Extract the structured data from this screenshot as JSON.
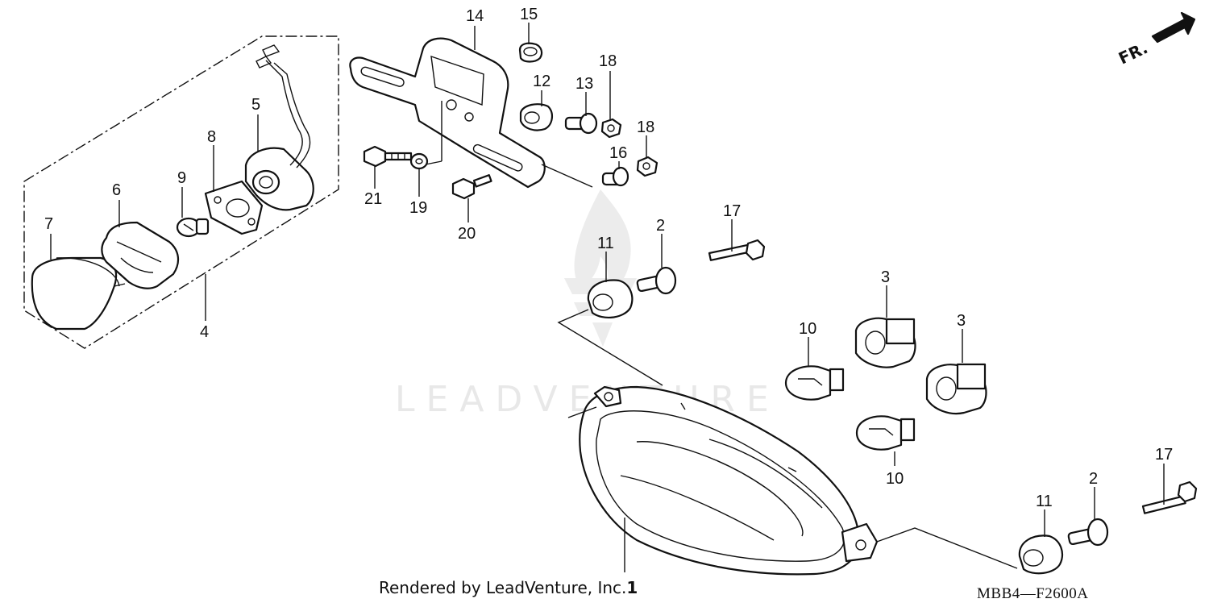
{
  "diagram": {
    "callouts": [
      "1",
      "2",
      "2",
      "3",
      "3",
      "4",
      "5",
      "6",
      "7",
      "8",
      "9",
      "10",
      "10",
      "11",
      "11",
      "12",
      "13",
      "14",
      "15",
      "16",
      "17",
      "17",
      "18",
      "18",
      "19",
      "20",
      "21"
    ],
    "direction_label": "FR.",
    "footer": {
      "credit_text": "Rendered by LeadVenture, Inc.",
      "diagram_code": "MBB4—F2600A"
    },
    "watermark": {
      "text": "LEADVENTURE",
      "color": "#e6e6e6"
    },
    "colors": {
      "line": "#111111",
      "background": "#ffffff"
    }
  }
}
